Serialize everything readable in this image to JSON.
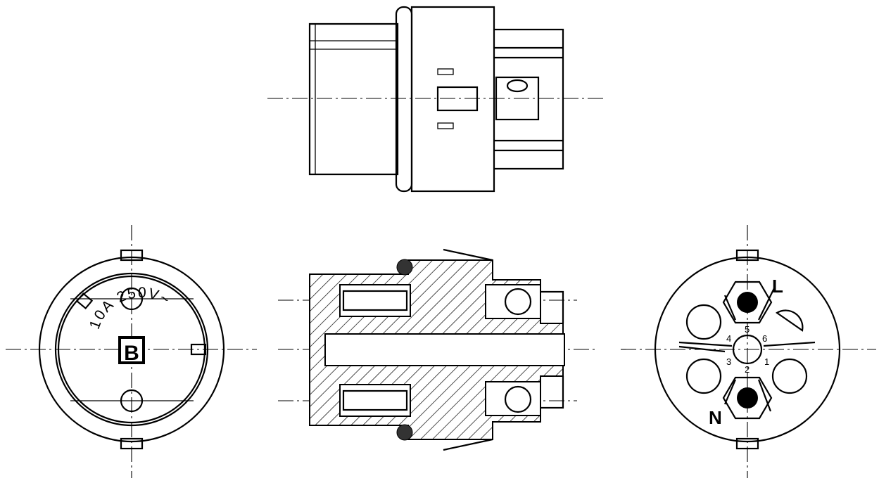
{
  "drawing": {
    "rating_text": "10A 250V~",
    "class_mark": "B",
    "terminal_live": "L",
    "terminal_neutral": "N",
    "contact_numbers": [
      "1",
      "2",
      "3",
      "4",
      "5",
      "6"
    ]
  }
}
